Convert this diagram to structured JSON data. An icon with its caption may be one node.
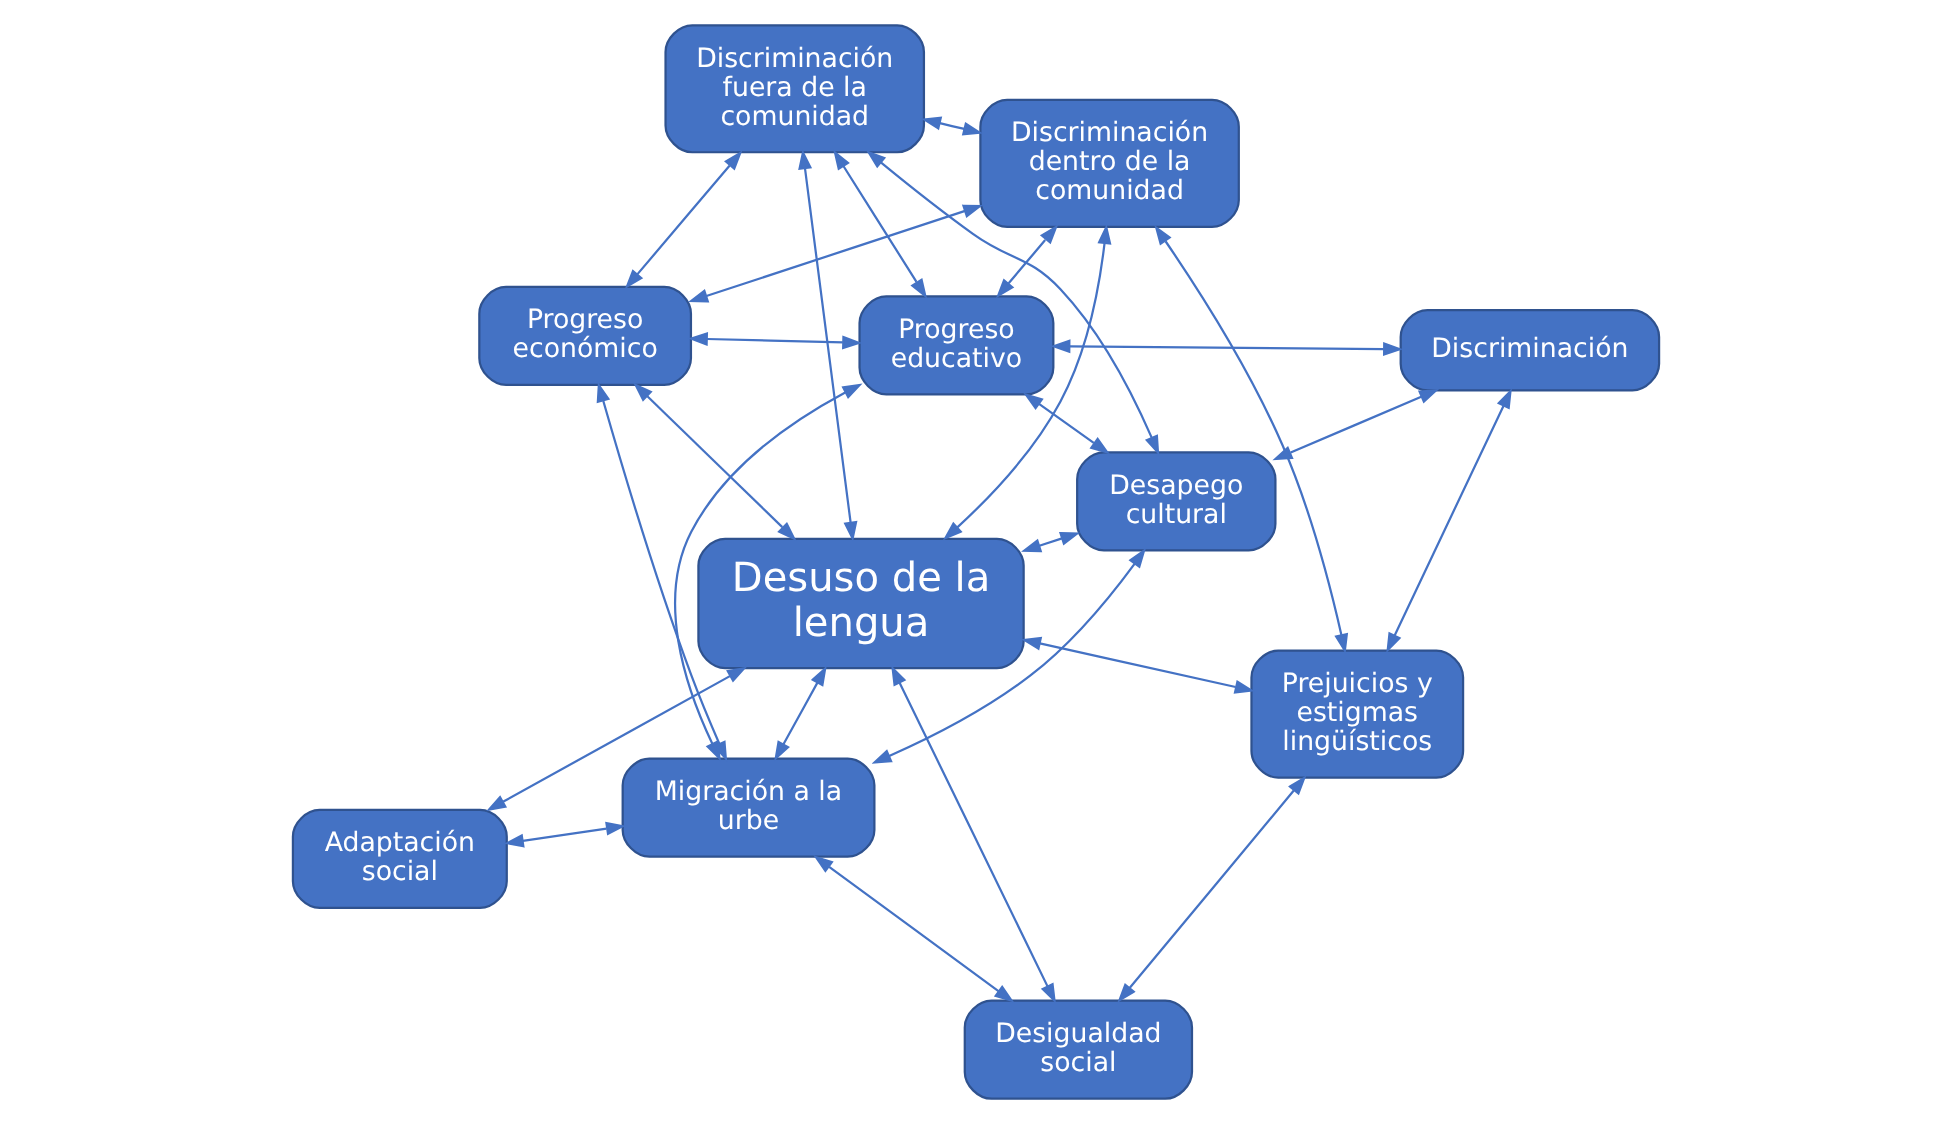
{
  "diagram": {
    "nodes": [
      {
        "text": [
          "Migración a la urbe"
        ]
      },
      {
        "text": [
          "Progreso educativo"
        ]
      },
      {
        "text": [
          "Discriminación dentro de la comunidad"
        ]
      },
      {
        "text": [
          "Progreso económico"
        ]
      },
      {
        "text": [
          "Prejuicios y estigmas lingüísticos"
        ]
      },
      {
        "text": [
          "Desuso de la lengua"
        ]
      },
      {
        "text": [
          "Discriminación fuera de la comunidad"
        ]
      },
      {
        "text": [
          "Desigualdad social"
        ]
      },
      {
        "text": [
          "Adaptación social"
        ]
      },
      {
        "text": [
          "Discriminación"
        ]
      },
      {
        "text": [
          "Desapego cultural"
        ]
      }
    ],
    "edges": [
      {
        "from": 0,
        "to": 1,
        "arrow": "both"
      },
      {
        "from": 0,
        "to": 3,
        "arrow": "both"
      },
      {
        "from": 0,
        "to": 5,
        "arrow": "both"
      },
      {
        "from": 0,
        "to": 7,
        "arrow": "both"
      },
      {
        "from": 0,
        "to": 10,
        "arrow": "both"
      },
      {
        "from": 0,
        "to": 8,
        "arrow": "both"
      },
      {
        "from": 2,
        "to": 4,
        "arrow": "both"
      },
      {
        "from": 2,
        "to": 5,
        "arrow": "both"
      },
      {
        "from": 2,
        "to": 1,
        "arrow": "both"
      },
      {
        "from": 2,
        "to": 3,
        "arrow": "both"
      },
      {
        "from": 2,
        "to": 6,
        "arrow": "both"
      },
      {
        "from": 1,
        "to": 3,
        "arrow": "both"
      },
      {
        "from": 1,
        "to": 10,
        "arrow": "both"
      },
      {
        "from": 1,
        "to": 9,
        "arrow": "both"
      },
      {
        "from": 1,
        "to": 6,
        "arrow": "both"
      },
      {
        "from": 3,
        "to": 5,
        "arrow": "both"
      },
      {
        "from": 3,
        "to": 6,
        "arrow": "both"
      },
      {
        "from": 4,
        "to": 5,
        "arrow": "both"
      },
      {
        "from": 4,
        "to": 9,
        "arrow": "both"
      },
      {
        "from": 4,
        "to": 7,
        "arrow": "both"
      },
      {
        "from": 5,
        "to": 7,
        "arrow": "both"
      },
      {
        "from": 5,
        "to": 8,
        "arrow": "both"
      },
      {
        "from": 5,
        "to": 6,
        "arrow": "both"
      },
      {
        "from": 5,
        "to": 10,
        "arrow": "both"
      },
      {
        "from": 9,
        "to": 10,
        "arrow": "both"
      },
      {
        "from": 6,
        "to": 10,
        "arrow": "both"
      }
    ]
  }
}
